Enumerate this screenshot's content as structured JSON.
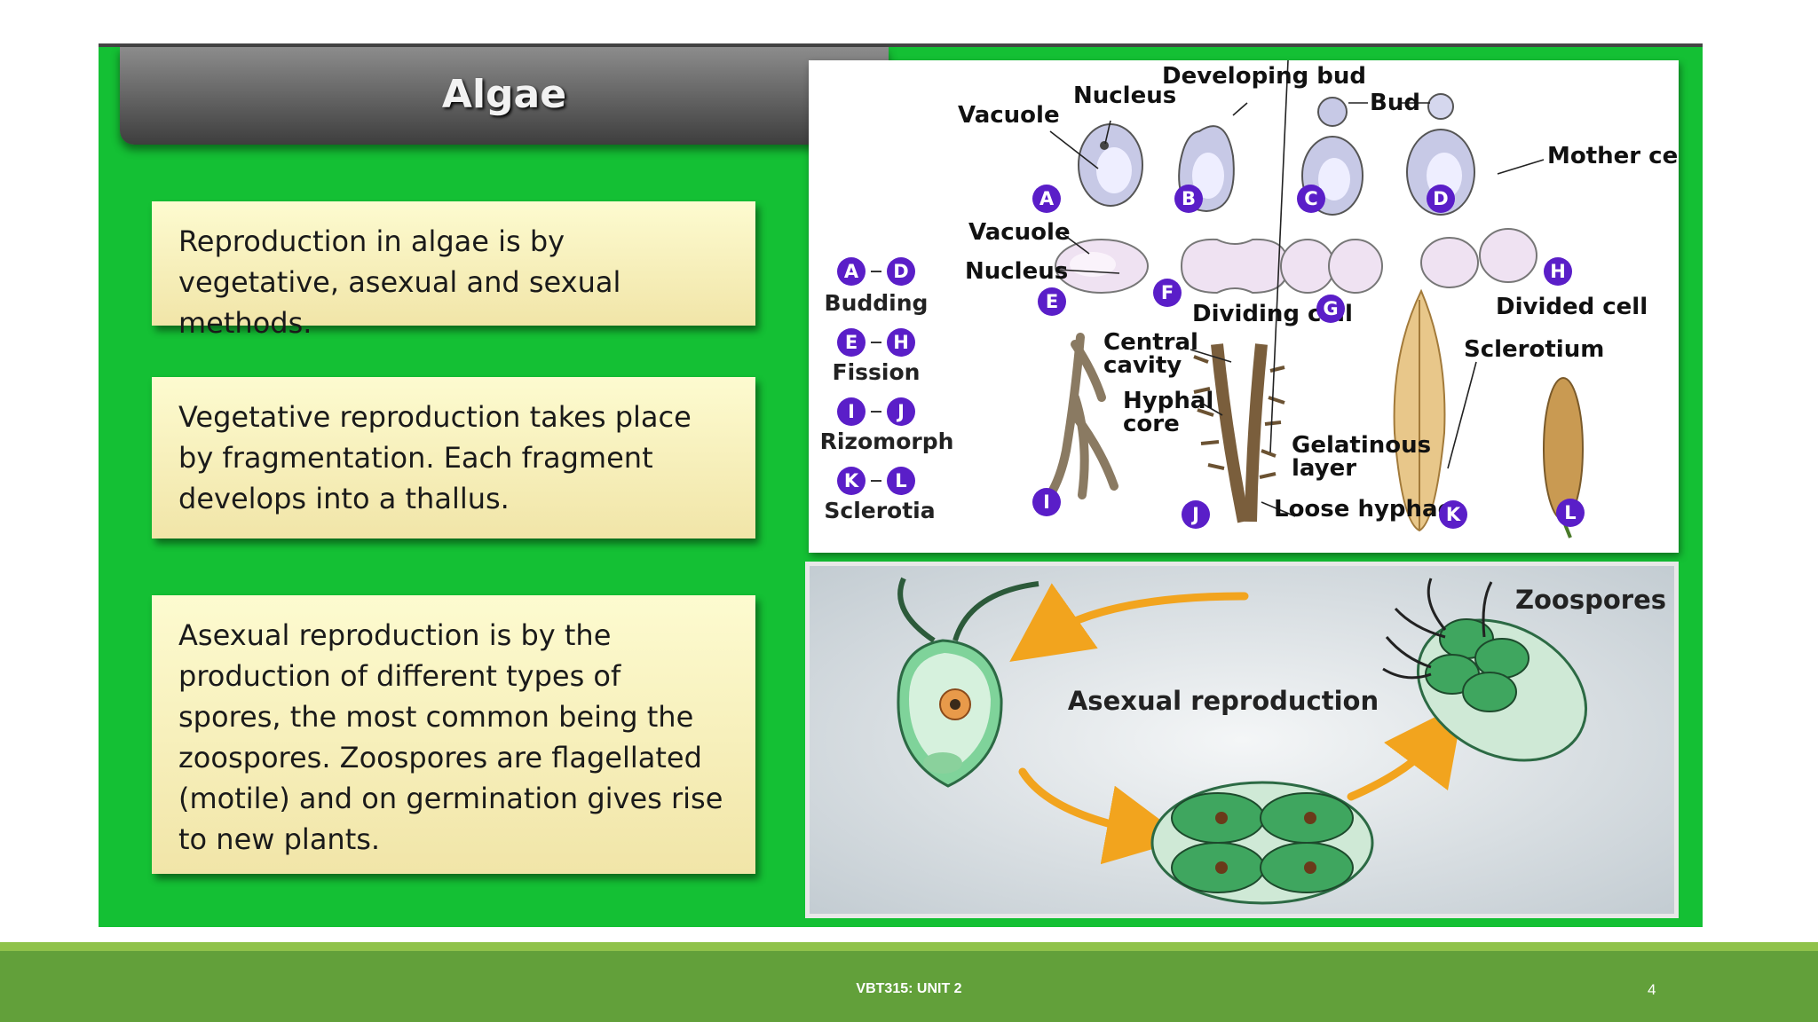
{
  "slide": {
    "title": "Algae",
    "boxes": [
      {
        "text": "Reproduction in algae is by vegetative, asexual and sexual methods."
      },
      {
        "text": "Vegetative reproduction takes place by fragmentation. Each fragment develops into a thallus."
      },
      {
        "text": "Asexual reproduction is by the production of different types of spores, the most common being the zoospores. Zoospores are flagellated (motile) and on germination gives rise to new plants."
      }
    ]
  },
  "fungi_diagram": {
    "labels": {
      "vacuole_top": "Vacuole",
      "nucleus_top": "Nucleus",
      "developing_bud": "Developing bud",
      "bud": "Bud",
      "mother_cell": "Mother cell",
      "vacuole_mid": "Vacuole",
      "nucleus_mid": "Nucleus",
      "dividing_cell": "Dividing cell",
      "divided_cell": "Divided cell",
      "central_cavity_1": "Central",
      "central_cavity_2": "cavity",
      "hyphal_core_1": "Hyphal",
      "hyphal_core_2": "core",
      "gelatinous_1": "Gelatinous",
      "gelatinous_2": "layer",
      "loose_hyphae": "Loose hyphae",
      "sclerotium": "Sclerotium"
    },
    "letters": [
      "A",
      "B",
      "C",
      "D",
      "E",
      "F",
      "G",
      "H",
      "I",
      "J",
      "K",
      "L"
    ],
    "legend": [
      {
        "from": "A",
        "to": "D",
        "name": "Budding"
      },
      {
        "from": "E",
        "to": "H",
        "name": "Fission"
      },
      {
        "from": "I",
        "to": "J",
        "name": "Rizomorph"
      },
      {
        "from": "K",
        "to": "L",
        "name": "Sclerotia"
      }
    ]
  },
  "asexual_diagram": {
    "center_label": "Asexual reproduction",
    "zoospores_label": "Zoospores"
  },
  "footer": {
    "course": "VBT315: UNIT 2",
    "page": "4"
  },
  "colors": {
    "slide_green": "#14c034",
    "footer_green": "#62a03a",
    "badge_purple": "#5a1ec8",
    "arrow_orange": "#f2a41e"
  }
}
